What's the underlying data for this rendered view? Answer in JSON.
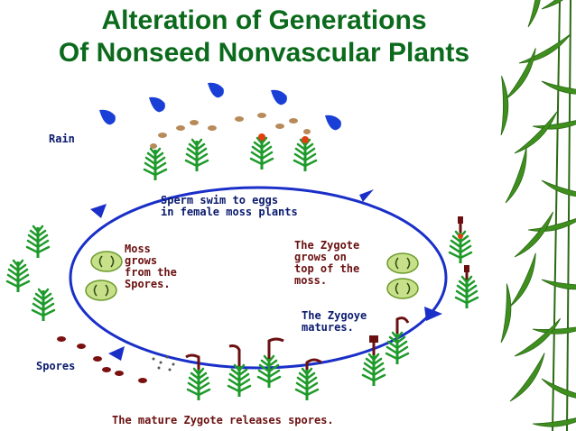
{
  "title": {
    "line1": "Alteration of Generations",
    "line2": "Of Nonseed Nonvascular Plants"
  },
  "labels": {
    "rain": "Rain",
    "sperm_line1": "Sperm swim to eggs",
    "sperm_line2": "in female moss plants",
    "moss_line1": "Moss",
    "moss_line2": "grows",
    "moss_line3": "from the",
    "moss_line4": "Spores.",
    "zygote_line1": "The Zygote",
    "zygote_line2": "grows on",
    "zygote_line3": "top of the",
    "zygote_line4": "moss.",
    "matures_line1": "The Zygoye",
    "matures_line2": "matures.",
    "spores": "Spores",
    "bottom": "The mature Zygote releases spores."
  },
  "colors": {
    "title": "#0b6a1b",
    "cycle": "#1a2fc8",
    "label_navy": "#0a1a6e",
    "label_brown": "#6b1010",
    "moss": "#1e9a2a",
    "capsule": "#6b1010",
    "raindrop": "#1a3fd6",
    "bamboo": "#3f8f1f"
  },
  "icons": {
    "rain": "raindrop-icon",
    "plant": "moss-plant-icon",
    "spore": "spore-cell-icon",
    "arrow": "arrowhead-icon",
    "decoration": "bamboo-leaves-icon"
  }
}
